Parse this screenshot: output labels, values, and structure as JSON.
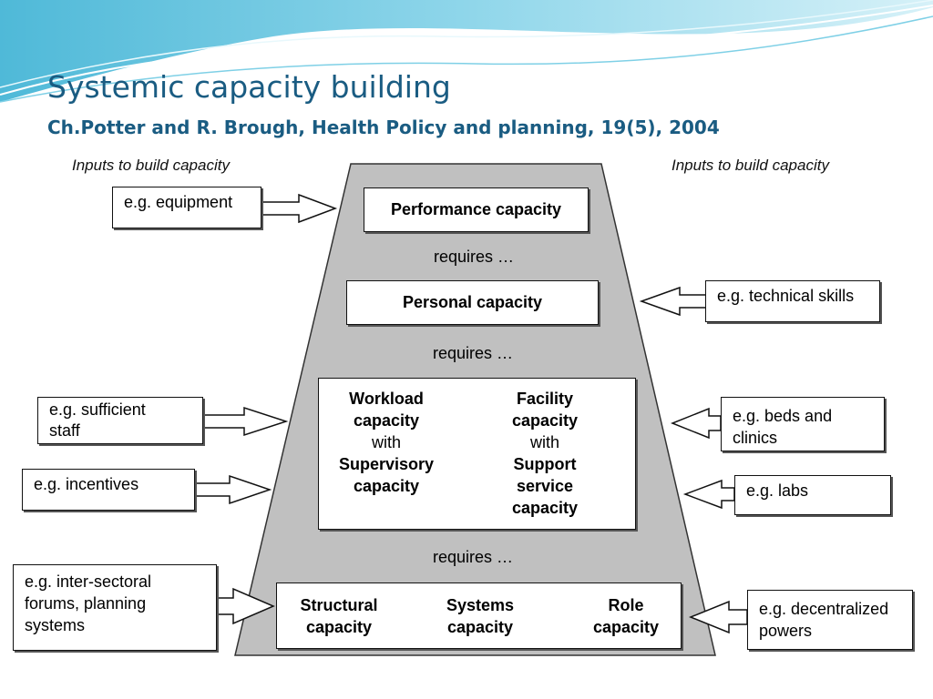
{
  "header": {
    "title": "Systemic capacity building",
    "subtitle": "Ch.Potter and R. Brough, Health Policy and planning, 19(5), 2004"
  },
  "diagram": {
    "left_heading": "Inputs to build capacity",
    "right_heading": "Inputs to build capacity",
    "connector": "requires …",
    "performance": "Performance capacity",
    "personal": "Personal capacity",
    "workload": {
      "l1": "Workload",
      "l2": "capacity",
      "l3": "with",
      "l4": "Supervisory",
      "l5": "capacity"
    },
    "facility": {
      "l1": "Facility",
      "l2": "capacity",
      "l3": "with",
      "l4": "Support",
      "l5": "service",
      "l6": "capacity"
    },
    "structural": {
      "l1": "Structural",
      "l2": "capacity"
    },
    "systems": {
      "l1": "Systems",
      "l2": "capacity"
    },
    "role": {
      "l1": "Role",
      "l2": "capacity"
    },
    "inputs_left": {
      "equipment": "e.g. equipment",
      "staff": "e.g. sufficient\nstaff",
      "incentives": "e.g. incentives",
      "forums": "e.g. inter-sectoral\nforums, planning\nsystems"
    },
    "inputs_right": {
      "skills": "e.g. technical skills",
      "beds": "e.g. beds and\nclinics",
      "labs": "e.g. labs",
      "powers": "e.g. decentralized\npowers"
    }
  },
  "colors": {
    "title": "#1a5c82",
    "trapezoid_fill": "#c0c0c0",
    "wave_light": "#bfe6f2",
    "wave_dark": "#5cc4e0"
  }
}
